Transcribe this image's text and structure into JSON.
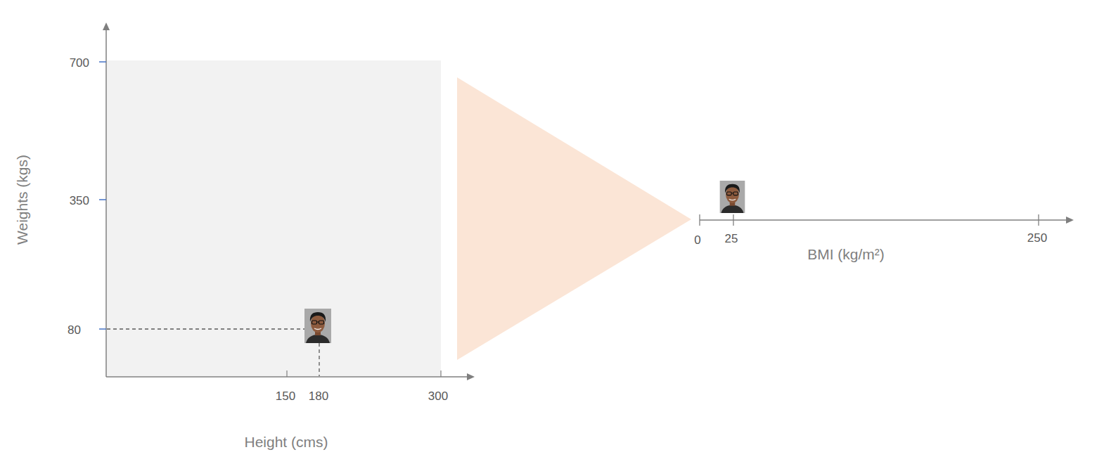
{
  "diagram": {
    "labels": [
      "700",
      "350",
      "80",
      "Weights (kgs)",
      "150",
      "180",
      "300",
      "Height (cms)",
      "0",
      "25",
      "250",
      "BMI (kg/m²)"
    ]
  }
}
